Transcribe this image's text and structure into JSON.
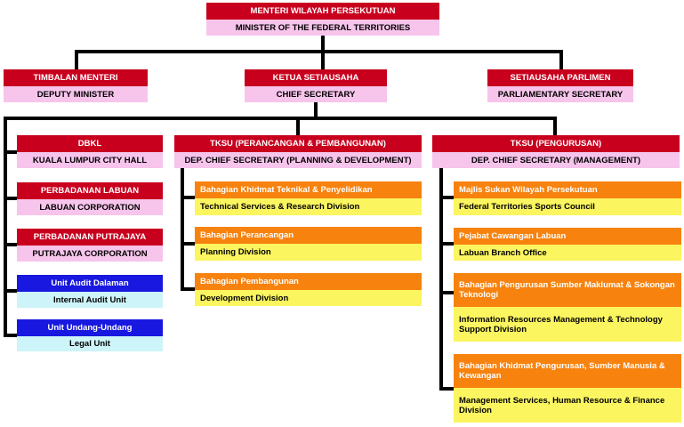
{
  "colors": {
    "header_red": "#c8001e",
    "sub_pink": "#f7c4ec",
    "header_blue": "#1818e0",
    "sub_cyan": "#cdf4f8",
    "header_orange": "#f7820e",
    "sub_yellow": "#fbf560",
    "connector": "#000000"
  },
  "minister": {
    "malay": "MENTERI WILAYAH PERSEKUTUAN",
    "english": "MINISTER OF THE FEDERAL TERRITORIES"
  },
  "deputy": {
    "malay": "TIMBALAN MENTERI",
    "english": "DEPUTY MINISTER"
  },
  "chief_secretary": {
    "malay": "KETUA SETIAUSAHA",
    "english": "CHIEF SECRETARY"
  },
  "parliamentary": {
    "malay": "SETIAUSAHA PARLIMEN",
    "english": "PARLIAMENTARY SECRETARY"
  },
  "agencies": [
    {
      "malay": "DBKL",
      "english": "KUALA LUMPUR CITY HALL"
    },
    {
      "malay": "PERBADANAN LABUAN",
      "english": "LABUAN CORPORATION"
    },
    {
      "malay": "PERBADANAN PUTRAJAYA",
      "english": "PUTRAJAYA CORPORATION"
    },
    {
      "malay": "Unit Audit Dalaman",
      "english": "Internal Audit Unit"
    },
    {
      "malay": "Unit Undang-Undang",
      "english": "Legal Unit"
    }
  ],
  "tksu_planning": {
    "malay": "TKSU (PERANCANGAN & PEMBANGUNAN)",
    "english": "DEP. CHIEF SECRETARY (PLANNING & DEVELOPMENT)",
    "divisions": [
      {
        "malay": "Bahagian Khidmat Teknikal & Penyelidikan",
        "english": "Technical Services & Research Division"
      },
      {
        "malay": "Bahagian Perancangan",
        "english": "Planning Division"
      },
      {
        "malay": "Bahagian Pembangunan",
        "english": "Development Division"
      }
    ]
  },
  "tksu_management": {
    "malay": "TKSU (PENGURUSAN)",
    "english": "DEP. CHIEF SECRETARY (MANAGEMENT)",
    "divisions": [
      {
        "malay": "Majlis Sukan Wilayah Persekutuan",
        "english": "Federal Territories Sports Council"
      },
      {
        "malay": "Pejabat Cawangan Labuan",
        "english": "Labuan Branch Office"
      },
      {
        "malay": "Bahagian Pengurusan Sumber Maklumat & Sokongan Teknologi",
        "english": "Information Resources Management & Technology Support Division"
      },
      {
        "malay": "Bahagian Khidmat Pengurusan, Sumber Manusia & Kewangan",
        "english": "Management Services, Human Resource & Finance Division"
      }
    ]
  }
}
